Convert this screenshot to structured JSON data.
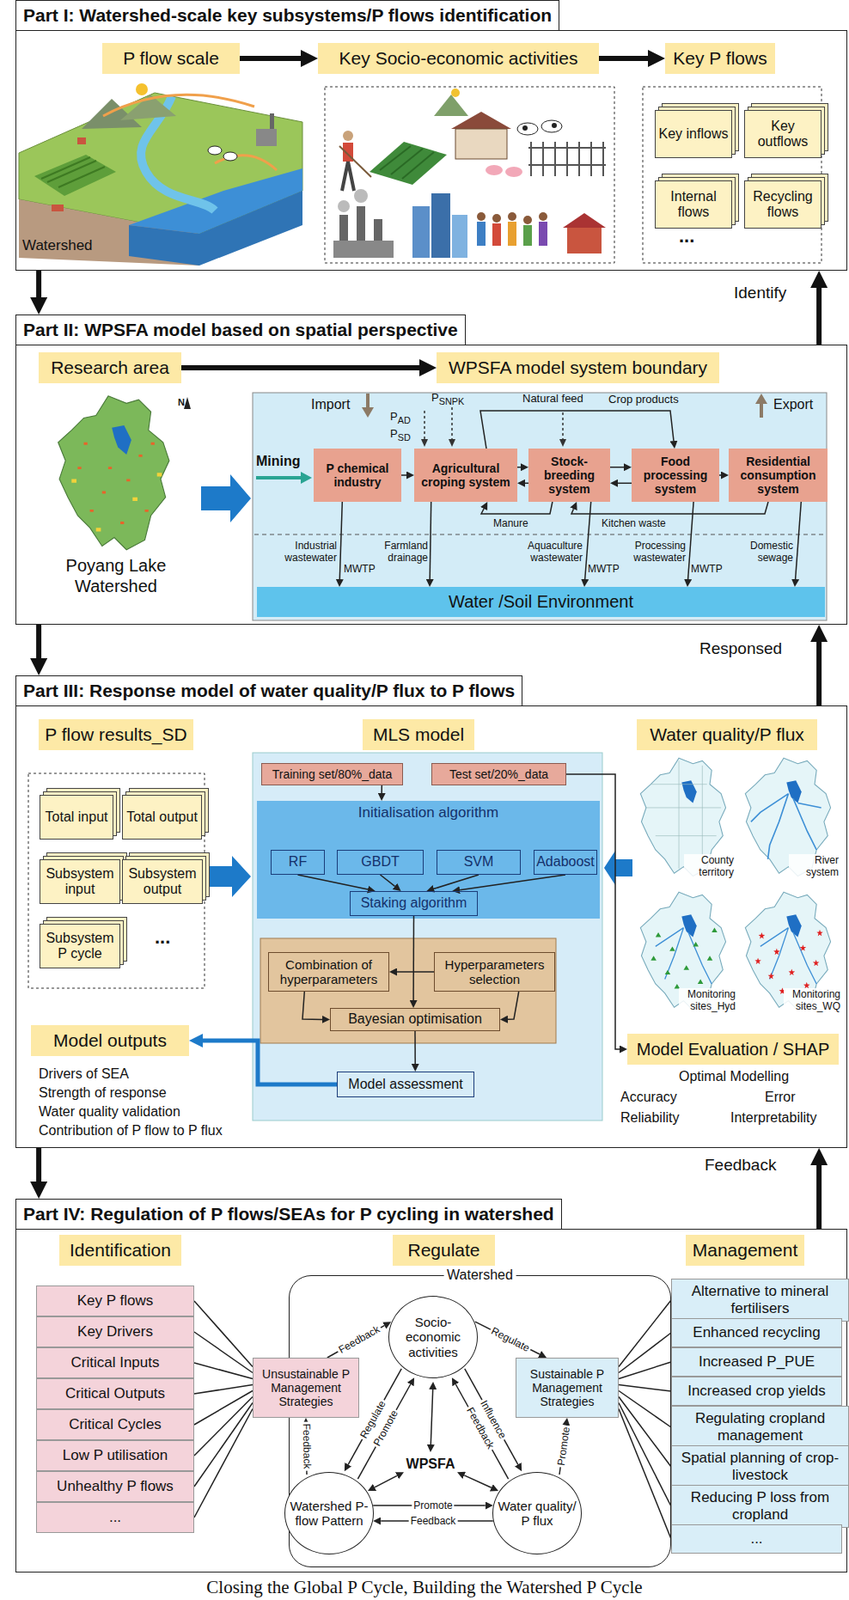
{
  "diagram": {
    "caption": "Closing the Global P Cycle, Building the Watershed P Cycle",
    "nodes": [
      {
        "text": [
          "Part I: Watershed-scale key subsystems/P flows identification"
        ]
      },
      {
        "text": [
          "P flow scale"
        ],
        "in": 0
      },
      {
        "text": [
          "Key Socio-economic activities"
        ],
        "in": 0
      },
      {
        "text": [
          "Key P flows"
        ],
        "in": 0
      },
      {
        "text": [
          "Key inflows"
        ],
        "in": 0
      },
      {
        "text": [
          "Key outflows"
        ],
        "in": 0
      },
      {
        "text": [
          "Internal flows"
        ],
        "in": 0
      },
      {
        "text": [
          "Recycling flows"
        ],
        "in": 0
      },
      {
        "text": [
          "Part II: WPSFA model based on spatial perspective"
        ]
      },
      {
        "text": [
          "Research area"
        ],
        "in": 8
      },
      {
        "text": [
          "WPSFA model system boundary"
        ],
        "in": 8
      },
      {
        "text": [
          "P chemical industry"
        ],
        "in": 8
      },
      {
        "text": [
          "Agricultural croping system"
        ],
        "in": 8
      },
      {
        "text": [
          "Stock-breeding system"
        ],
        "in": 8
      },
      {
        "text": [
          "Food processing system"
        ],
        "in": 8
      },
      {
        "text": [
          "Residential consumption system"
        ],
        "in": 8
      },
      {
        "text": [
          "Water /Soil Environment"
        ],
        "in": 8
      },
      {
        "text": [
          "Part III: Response model of water quality/P flux to P flows"
        ]
      },
      {
        "text": [
          "P flow results_SD"
        ],
        "in": 17
      },
      {
        "text": [
          "Total input"
        ],
        "in": 17
      },
      {
        "text": [
          "Total output"
        ],
        "in": 17
      },
      {
        "text": [
          "Subsystem input"
        ],
        "in": 17
      },
      {
        "text": [
          "Subsystem output"
        ],
        "in": 17
      },
      {
        "text": [
          "Subsystem P cycle"
        ],
        "in": 17
      },
      {
        "text": [
          "MLS model"
        ],
        "in": 17
      },
      {
        "text": [
          "Training set/80%_data"
        ],
        "in": 17
      },
      {
        "text": [
          "Test set/20%_data"
        ],
        "in": 17
      },
      {
        "text": [
          "Initialisation algorithm"
        ],
        "in": 17
      },
      {
        "text": [
          "RF"
        ],
        "in": 27
      },
      {
        "text": [
          "GBDT"
        ],
        "in": 27
      },
      {
        "text": [
          "SVM"
        ],
        "in": 27
      },
      {
        "text": [
          "Adaboost"
        ],
        "in": 27
      },
      {
        "text": [
          "Staking algorithm"
        ],
        "in": 27
      },
      {
        "text": [
          "Combination of hyperparameters"
        ],
        "in": 17
      },
      {
        "text": [
          "Hyperparameters selection"
        ],
        "in": 17
      },
      {
        "text": [
          "Bayesian optimisation"
        ],
        "in": 17
      },
      {
        "text": [
          "Model assessment"
        ],
        "in": 17
      },
      {
        "text": [
          "Water quality/P flux"
        ],
        "in": 17
      },
      {
        "text": [
          "Model Evaluation / SHAP"
        ],
        "in": 17
      },
      {
        "text": [
          "Model outputs"
        ],
        "in": 17
      },
      {
        "text": [
          "Part IV: Regulation of P flows/SEAs for P cycling in watershed"
        ]
      },
      {
        "text": [
          "Identification"
        ],
        "in": 40
      },
      {
        "text": [
          "Regulate"
        ],
        "in": 40
      },
      {
        "text": [
          "Management"
        ],
        "in": 40
      },
      {
        "text": [
          "Key P flows"
        ],
        "in": 40
      },
      {
        "text": [
          "Key Drivers"
        ],
        "in": 40
      },
      {
        "text": [
          "Critical Inputs"
        ],
        "in": 40
      },
      {
        "text": [
          "Critical Outputs"
        ],
        "in": 40
      },
      {
        "text": [
          "Critical Cycles"
        ],
        "in": 40
      },
      {
        "text": [
          "Low P utilisation"
        ],
        "in": 40
      },
      {
        "text": [
          "Unhealthy P flows"
        ],
        "in": 40
      },
      {
        "text": [
          "..."
        ],
        "in": 40
      },
      {
        "text": [
          "Watershed"
        ],
        "in": 40
      },
      {
        "text": [
          "Socio-economic activities"
        ],
        "in": 52
      },
      {
        "text": [
          "WPSFA"
        ],
        "in": 52
      },
      {
        "text": [
          "Watershed P-flow Pattern"
        ],
        "in": 52
      },
      {
        "text": [
          "Water quality/ P flux"
        ],
        "in": 52
      },
      {
        "text": [
          "Unsustainable P Management Strategies"
        ],
        "in": 40
      },
      {
        "text": [
          "Sustainable P Management Strategies"
        ],
        "in": 40
      },
      {
        "text": [
          "Alternative to mineral fertilisers"
        ],
        "in": 40
      },
      {
        "text": [
          "Enhanced recycling"
        ],
        "in": 40
      },
      {
        "text": [
          "Increased P_PUE"
        ],
        "in": 40
      },
      {
        "text": [
          "Increased crop yields"
        ],
        "in": 40
      },
      {
        "text": [
          "Regulating cropland management"
        ],
        "in": 40
      },
      {
        "text": [
          "Spatial planning of crop-livestock"
        ],
        "in": 40
      },
      {
        "text": [
          "Reducing P loss from cropland"
        ],
        "in": 40
      },
      {
        "text": [
          "..."
        ],
        "in": 40
      }
    ],
    "edges": [
      {
        "from": 1,
        "to": 2,
        "arrow": "to"
      },
      {
        "from": 2,
        "to": 3,
        "arrow": "to"
      },
      {
        "from": 0,
        "to": 8,
        "arrow": "to"
      },
      {
        "from": 8,
        "to": 0,
        "label": "Identify",
        "arrow": "to"
      },
      {
        "from": 9,
        "to": 10,
        "arrow": "to"
      },
      {
        "from": 11,
        "to": 12,
        "arrow": "to"
      },
      {
        "from": 12,
        "to": 13,
        "arrow": "to"
      },
      {
        "from": 13,
        "to": 12,
        "arrow": "to"
      },
      {
        "from": 13,
        "to": 14,
        "arrow": "to"
      },
      {
        "from": 14,
        "to": 13,
        "arrow": "to"
      },
      {
        "from": 14,
        "to": 15,
        "arrow": "to"
      },
      {
        "from": 12,
        "to": 14,
        "label": "Crop products",
        "arrow": "to"
      },
      {
        "from": 13,
        "to": 12,
        "label": "Manure",
        "arrow": "to"
      },
      {
        "from": 15,
        "to": 13,
        "label": "Kitchen waste",
        "arrow": "to"
      },
      {
        "from": 11,
        "to": 16,
        "label": "Industrial wastewater",
        "arrow": "to"
      },
      {
        "from": 12,
        "to": 16,
        "label": "Farmland drainage",
        "arrow": "to"
      },
      {
        "from": 13,
        "to": 16,
        "label": "Aquaculture wastewater",
        "arrow": "to"
      },
      {
        "from": 14,
        "to": 16,
        "label": "Processing wastewater",
        "arrow": "to"
      },
      {
        "from": 15,
        "to": 16,
        "label": "Domestic sewage",
        "arrow": "to"
      },
      {
        "from": 8,
        "to": 17,
        "arrow": "to"
      },
      {
        "from": 17,
        "to": 8,
        "label": "Responsed",
        "arrow": "to"
      },
      {
        "from": 25,
        "to": 27,
        "arrow": "to"
      },
      {
        "from": 28,
        "to": 32,
        "arrow": "to"
      },
      {
        "from": 29,
        "to": 32,
        "arrow": "to"
      },
      {
        "from": 30,
        "to": 32,
        "arrow": "to"
      },
      {
        "from": 31,
        "to": 32,
        "arrow": "to"
      },
      {
        "from": 32,
        "to": 35,
        "arrow": "to"
      },
      {
        "from": 34,
        "to": 33,
        "arrow": "to"
      },
      {
        "from": 33,
        "to": 35,
        "arrow": "to"
      },
      {
        "from": 34,
        "to": 35,
        "arrow": "to"
      },
      {
        "from": 35,
        "to": 36,
        "arrow": "to"
      },
      {
        "from": 26,
        "to": 38,
        "arrow": "to"
      },
      {
        "from": 36,
        "to": 39,
        "arrow": "to"
      },
      {
        "from": 17,
        "to": 40,
        "arrow": "to"
      },
      {
        "from": 40,
        "to": 17,
        "label": "Feedback",
        "arrow": "to"
      },
      {
        "from": 57,
        "to": 53,
        "label": "Feedback",
        "arrow": "to"
      },
      {
        "from": 53,
        "to": 58,
        "label": "Regulate",
        "arrow": "to"
      },
      {
        "from": 55,
        "to": 57,
        "label": "Feedback",
        "arrow": "to"
      },
      {
        "from": 55,
        "to": 53,
        "label": "Promote",
        "arrow": "to"
      },
      {
        "from": 53,
        "to": 55,
        "label": "Regulate",
        "arrow": "to"
      },
      {
        "from": 53,
        "to": 54,
        "arrow": "both"
      },
      {
        "from": 54,
        "to": 55,
        "arrow": "both"
      },
      {
        "from": 54,
        "to": 56,
        "arrow": "both"
      },
      {
        "from": 56,
        "to": 53,
        "label": "Feedback",
        "arrow": "to"
      },
      {
        "from": 53,
        "to": 56,
        "label": "Influence",
        "arrow": "to"
      },
      {
        "from": 56,
        "to": 58,
        "label": "Promote",
        "arrow": "to"
      },
      {
        "from": 55,
        "to": 56,
        "label": "Promote",
        "arrow": "to"
      },
      {
        "from": 56,
        "to": 55,
        "label": "Feedback",
        "arrow": "to"
      },
      {
        "from": 44,
        "to": 57,
        "arrow": "none"
      },
      {
        "from": 45,
        "to": 57,
        "arrow": "none"
      },
      {
        "from": 46,
        "to": 57,
        "arrow": "none"
      },
      {
        "from": 47,
        "to": 57,
        "arrow": "none"
      },
      {
        "from": 48,
        "to": 57,
        "arrow": "none"
      },
      {
        "from": 49,
        "to": 57,
        "arrow": "none"
      },
      {
        "from": 50,
        "to": 57,
        "arrow": "none"
      },
      {
        "from": 51,
        "to": 57,
        "arrow": "none"
      },
      {
        "from": 58,
        "to": 59,
        "arrow": "none"
      },
      {
        "from": 58,
        "to": 60,
        "arrow": "none"
      },
      {
        "from": 58,
        "to": 61,
        "arrow": "none"
      },
      {
        "from": 58,
        "to": 62,
        "arrow": "none"
      },
      {
        "from": 58,
        "to": 63,
        "arrow": "none"
      },
      {
        "from": 58,
        "to": 64,
        "arrow": "none"
      },
      {
        "from": 58,
        "to": 65,
        "arrow": "none"
      },
      {
        "from": 58,
        "to": 66,
        "arrow": "none"
      }
    ],
    "labels": [
      "Watershed",
      "...",
      "Poyang Lake Watershed",
      "Import",
      "PAD",
      "PSD",
      "PSNPK",
      "Natural feed",
      "Export",
      "Mining",
      "MWTP",
      "MWTP",
      "MWTP",
      "...",
      "County territory",
      "River system",
      "Monitoring sites_Hyd",
      "Monitoring sites_WQ",
      "Drivers of SEA",
      "Strength of response",
      "Water quality validation",
      "Contribution of P flow to P flux",
      "Optimal Modelling",
      "Accuracy",
      "Error",
      "Reliability",
      "Interpretability",
      "N"
    ]
  }
}
